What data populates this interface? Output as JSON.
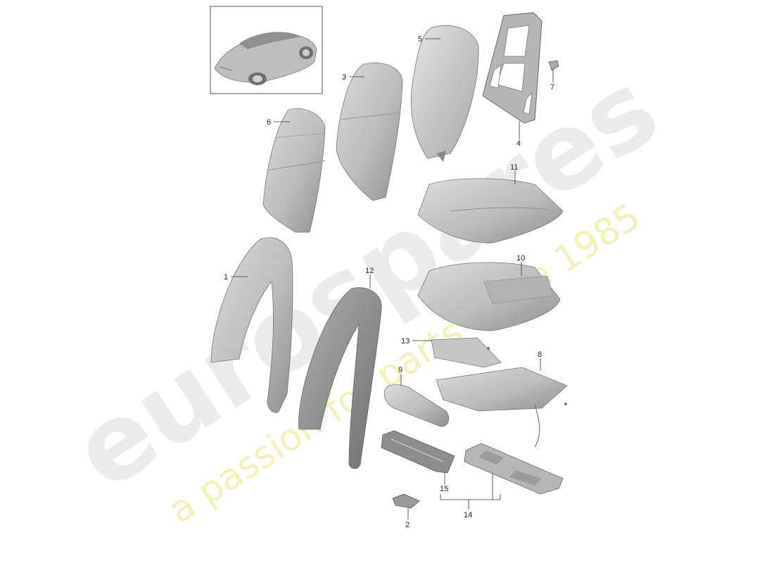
{
  "watermark": {
    "brand": "eurospares",
    "tagline": "a passion for parts since 1985"
  },
  "callouts": [
    {
      "id": "c1",
      "label": "1"
    },
    {
      "id": "c2",
      "label": "2"
    },
    {
      "id": "c3",
      "label": "3"
    },
    {
      "id": "c4",
      "label": "4"
    },
    {
      "id": "c5",
      "label": "5"
    },
    {
      "id": "c6",
      "label": "6"
    },
    {
      "id": "c7",
      "label": "7"
    },
    {
      "id": "c8",
      "label": "8"
    },
    {
      "id": "c9",
      "label": "9"
    },
    {
      "id": "c10",
      "label": "10"
    },
    {
      "id": "c11",
      "label": "11"
    },
    {
      "id": "c12",
      "label": "12"
    },
    {
      "id": "c13",
      "label": "13"
    },
    {
      "id": "c14",
      "label": "14"
    },
    {
      "id": "c15",
      "label": "15"
    }
  ],
  "colors": {
    "part_fill": "#c9c9c9",
    "part_shade": "#9e9e9e",
    "watermark_gray": "#e9e9e9",
    "watermark_yellow": "#f1f0b2"
  }
}
